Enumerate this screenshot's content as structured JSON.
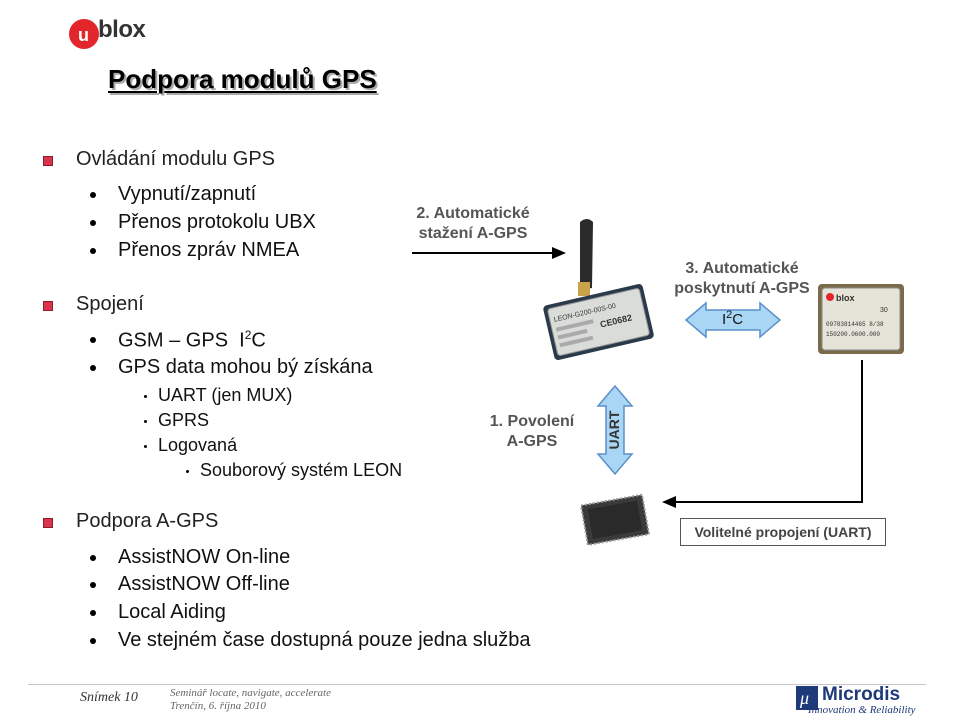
{
  "logo": {
    "text": "blox",
    "mark": "u"
  },
  "title": "Podpora modulů GPS",
  "sections": [
    {
      "heading": "Ovládání modulu GPS",
      "items": [
        "Vypnutí/zapnutí",
        "Přenos protokolu UBX",
        "Přenos zpráv NMEA"
      ]
    },
    {
      "heading": "Spojení",
      "gsm_prefix": "GSM – GPS  I",
      "gsm_sup": "2",
      "gsm_suffix": "C",
      "data_item": "GPS data mohou bý získána",
      "subitems": [
        "UART (jen MUX)",
        "GPRS",
        "Logovaná"
      ],
      "subsubitem": "Souborový systém LEON"
    },
    {
      "heading": "Podpora A-GPS",
      "items": [
        "AssistNOW On-line",
        "AssistNOW Off-line",
        "Local Aiding",
        "Ve stejném čase dostupná pouze jedna služba"
      ]
    }
  ],
  "diagram": {
    "label2": [
      "2. Automatické",
      "stažení A-GPS"
    ],
    "label3": [
      "3. Automatické",
      "poskytnutí A-GPS"
    ],
    "label1": [
      "1. Povolení",
      "A-GPS"
    ],
    "i2c_i": "I",
    "i2c_sup": "2",
    "i2c_c": "C",
    "uart": "UART",
    "optional": "Volitelné propojení (UART)",
    "leon_module": {
      "name": "LEON-G200-00S-00",
      "ce": "CE0682"
    },
    "gps_module": {
      "brand": "blox",
      "line1": "09783814465 8/38",
      "line2": "150200.0600.000",
      "num": "30"
    }
  },
  "footer": {
    "slide": "Snímek 10",
    "seminar": "Seminář locate, navigate, accelerate",
    "place": "Trenčín, 6. října 2010",
    "brand": "Microdis",
    "tagline": "Innovation & Reliability"
  },
  "colors": {
    "bullet_square": "#d8344b",
    "arrow_fill": "#a9d6f5",
    "arrow_stroke": "#5a8fc8",
    "ublox_red": "#e3262c"
  }
}
